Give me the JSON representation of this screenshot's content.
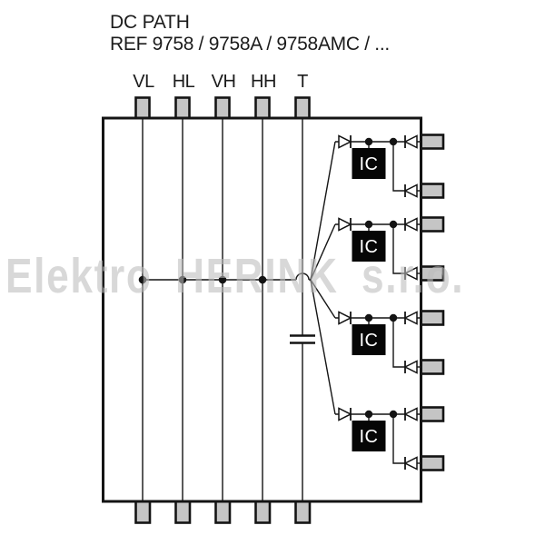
{
  "title": {
    "line1": "DC PATH",
    "line2": "REF 9758 / 9758A / 9758AMC / ..."
  },
  "watermark": "Elektro HERINK s.r.o.",
  "diagram": {
    "top_ports": [
      "VL",
      "HL",
      "VH",
      "HH",
      "T"
    ],
    "ic_label": "IC",
    "ic_count": 4,
    "right_port_count": 8,
    "bottom_port_count": 5,
    "colors": {
      "port_fill": "#c5c5c5",
      "wire": "#141414",
      "ic_fill": "#060606",
      "ic_text": "#ffffff",
      "watermark_gray": "#dbdbdb"
    }
  }
}
